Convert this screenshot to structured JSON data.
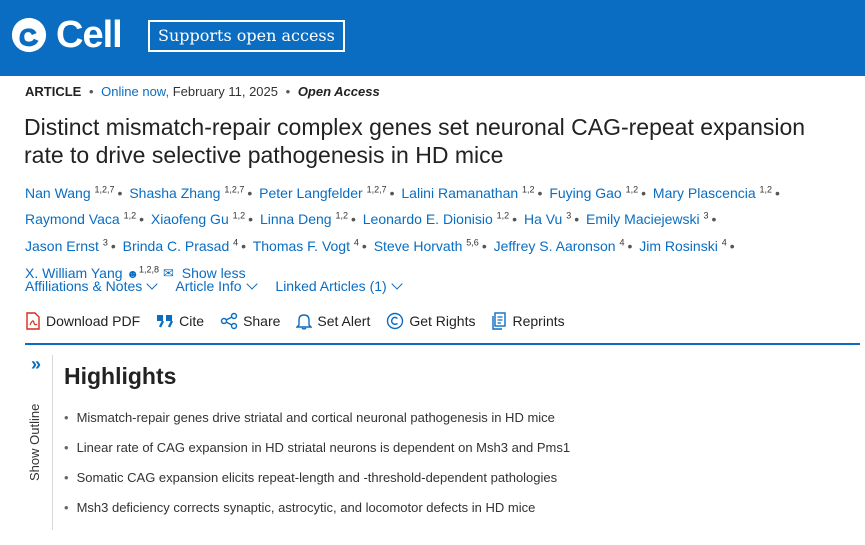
{
  "header": {
    "brand": "Cell",
    "oa_badge": "Supports open access"
  },
  "meta": {
    "type": "ARTICLE",
    "online": "Online now,",
    "date": "February 11, 2025",
    "access": "Open Access"
  },
  "title": "Distinct mismatch-repair complex genes set neuronal CAG-repeat expansion rate to drive selective pathogenesis in HD mice",
  "authors": [
    {
      "name": "Nan Wang",
      "aff": "1,2,7"
    },
    {
      "name": "Shasha Zhang",
      "aff": "1,2,7"
    },
    {
      "name": "Peter Langfelder",
      "aff": "1,2,7"
    },
    {
      "name": "Lalini Ramanathan",
      "aff": "1,2"
    },
    {
      "name": "Fuying Gao",
      "aff": "1,2"
    },
    {
      "name": "Mary Plascencia",
      "aff": "1,2"
    },
    {
      "name": "Raymond Vaca",
      "aff": "1,2"
    },
    {
      "name": "Xiaofeng Gu",
      "aff": "1,2"
    },
    {
      "name": "Linna Deng",
      "aff": "1,2"
    },
    {
      "name": "Leonardo E. Dionisio",
      "aff": "1,2"
    },
    {
      "name": "Ha Vu",
      "aff": "3"
    },
    {
      "name": "Emily Maciejewski",
      "aff": "3"
    },
    {
      "name": "Jason Ernst",
      "aff": "3"
    },
    {
      "name": "Brinda C. Prasad",
      "aff": "4"
    },
    {
      "name": "Thomas F. Vogt",
      "aff": "4"
    },
    {
      "name": "Steve Horvath",
      "aff": "5,6"
    },
    {
      "name": "Jeffrey S. Aaronson",
      "aff": "4"
    },
    {
      "name": "Jim Rosinski",
      "aff": "4"
    },
    {
      "name": "X. William Yang",
      "aff": "1,2,8"
    }
  ],
  "show_less": "Show less",
  "accordions": {
    "affiliations": "Affiliations & Notes",
    "article_info": "Article Info",
    "linked": "Linked Articles (1)"
  },
  "toolbar": {
    "download": "Download PDF",
    "cite": "Cite",
    "share": "Share",
    "alert": "Set Alert",
    "rights": "Get Rights",
    "reprints": "Reprints"
  },
  "outline": {
    "label": "Show Outline"
  },
  "highlights": {
    "title": "Highlights",
    "items": [
      "Mismatch-repair genes drive striatal and cortical neuronal pathogenesis in HD mice",
      "Linear rate of CAG expansion in HD striatal neurons is dependent on Msh3 and Pms1",
      "Somatic CAG expansion elicits repeat-length and -threshold-dependent pathologies",
      "Msh3 deficiency corrects synaptic, astrocytic, and locomotor defects in HD mice"
    ]
  },
  "colors": {
    "brand_blue": "#0a6dc2",
    "pdf_red": "#d52b1e"
  }
}
